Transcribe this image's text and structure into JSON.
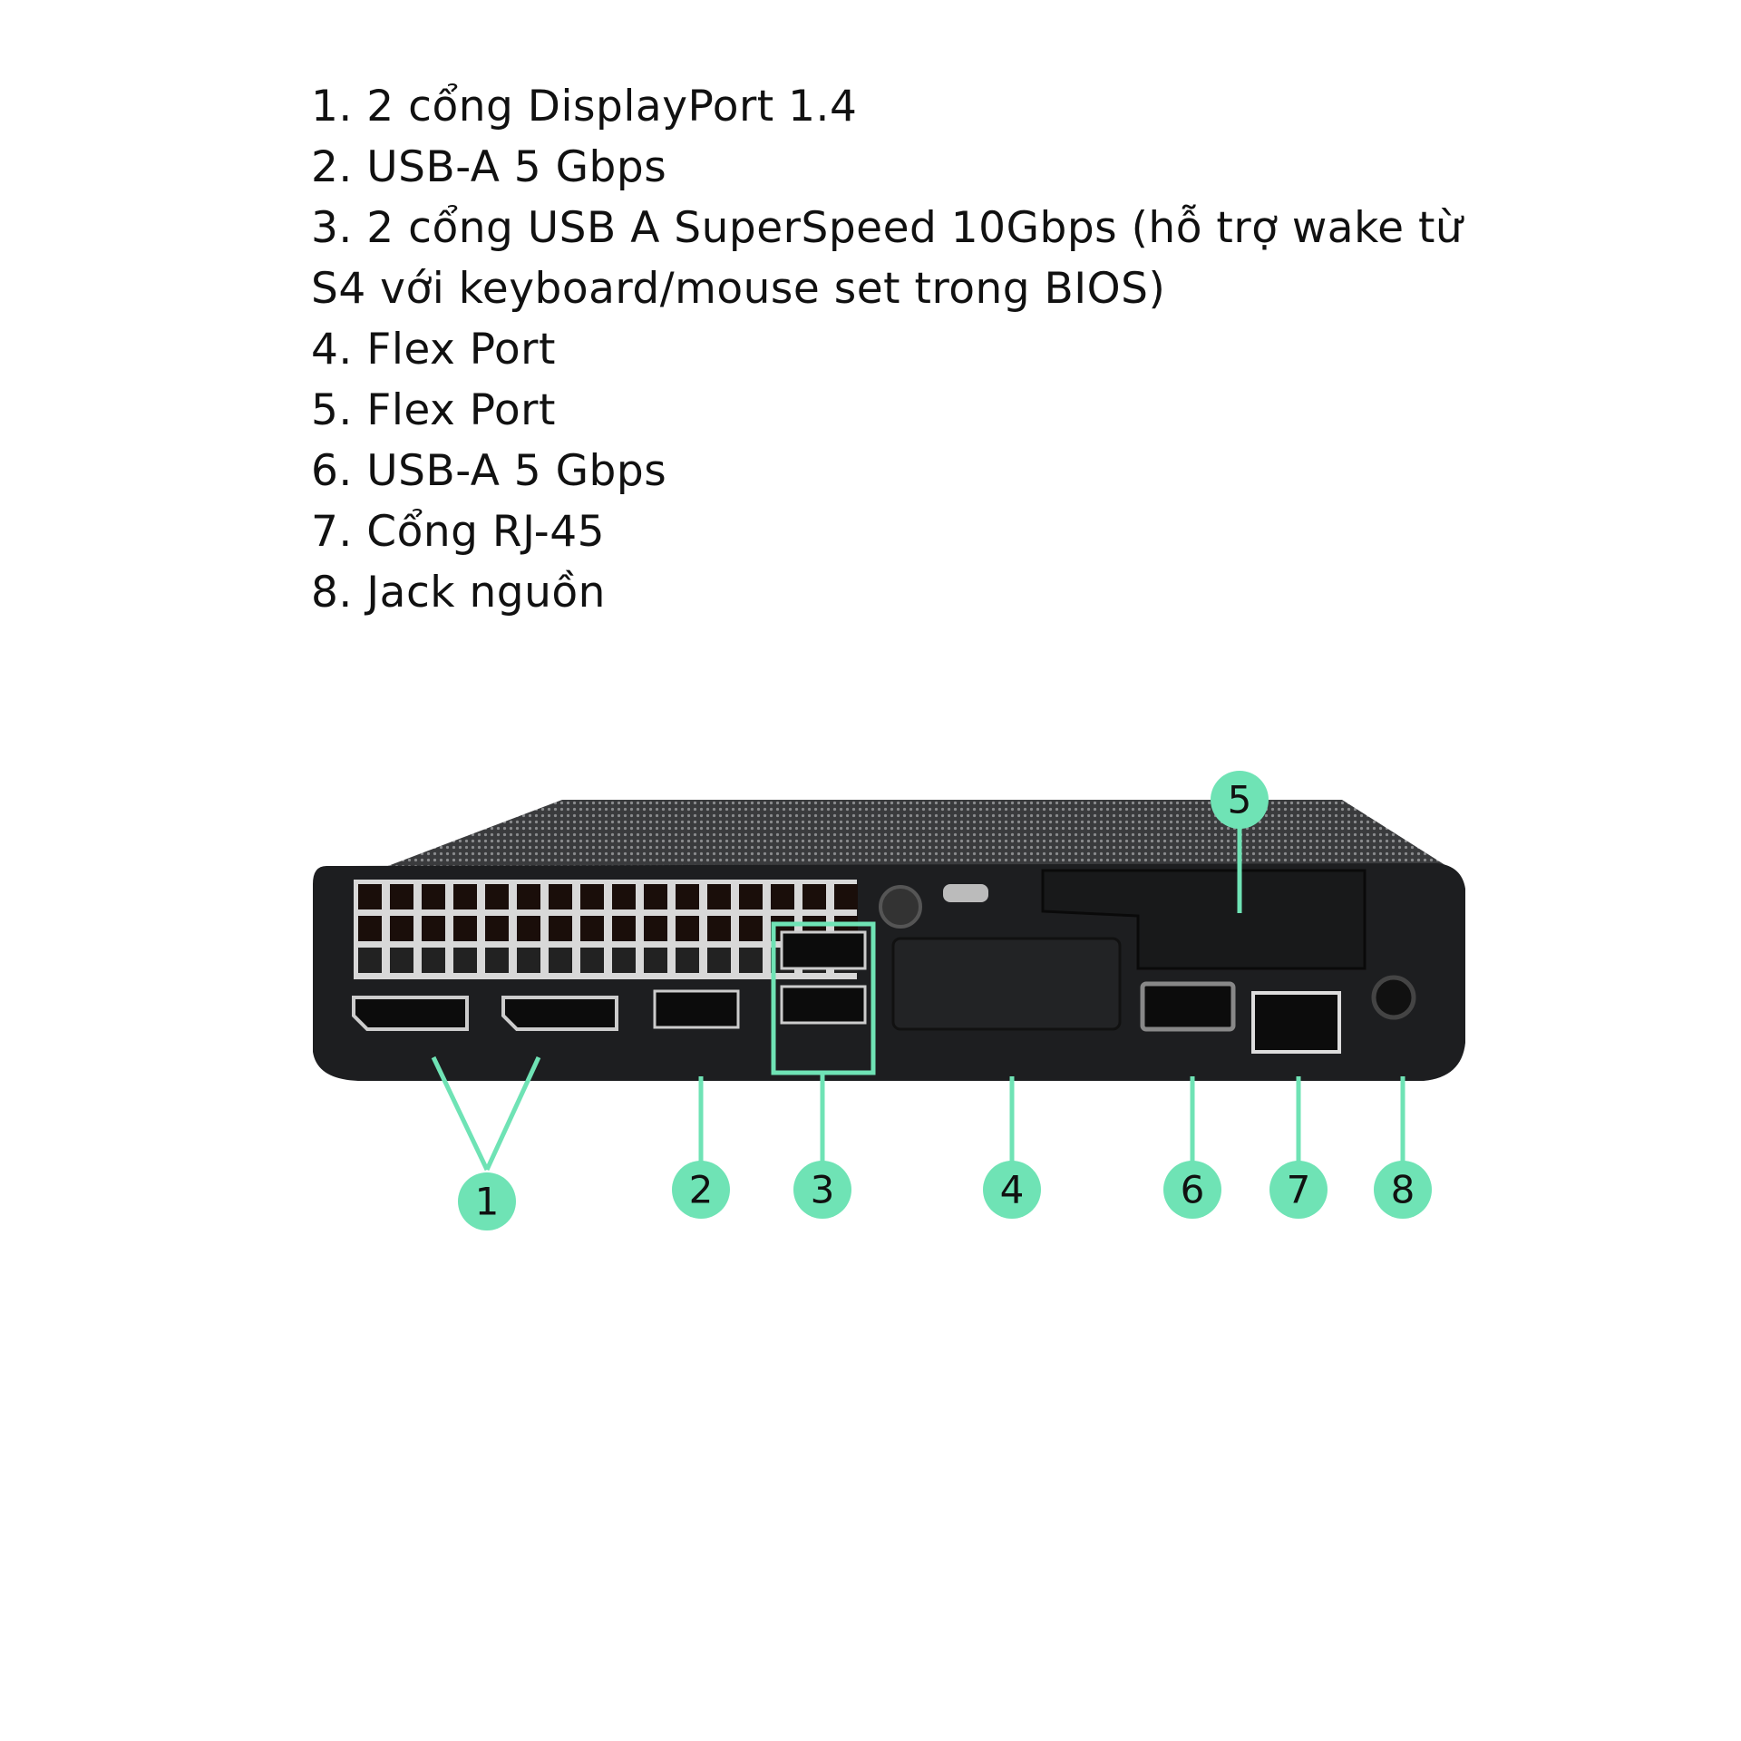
{
  "specs": [
    "1. 2 cổng DisplayPort 1.4",
    "2. USB-A 5 Gbps",
    "3. 2 cổng USB A SuperSpeed 10Gbps (hỗ trợ wake từ",
    "S4 với keyboard/mouse set trong BIOS)",
    "4. Flex Port",
    "5. Flex Port",
    "6. USB-A 5 Gbps",
    "7. Cổng RJ-45",
    "8. Jack nguồn"
  ],
  "callouts": [
    "1",
    "2",
    "3",
    "4",
    "5",
    "6",
    "7",
    "8"
  ],
  "colors": {
    "accent": "#6fe3b5",
    "device": "#1d1e20",
    "text": "#111111"
  }
}
